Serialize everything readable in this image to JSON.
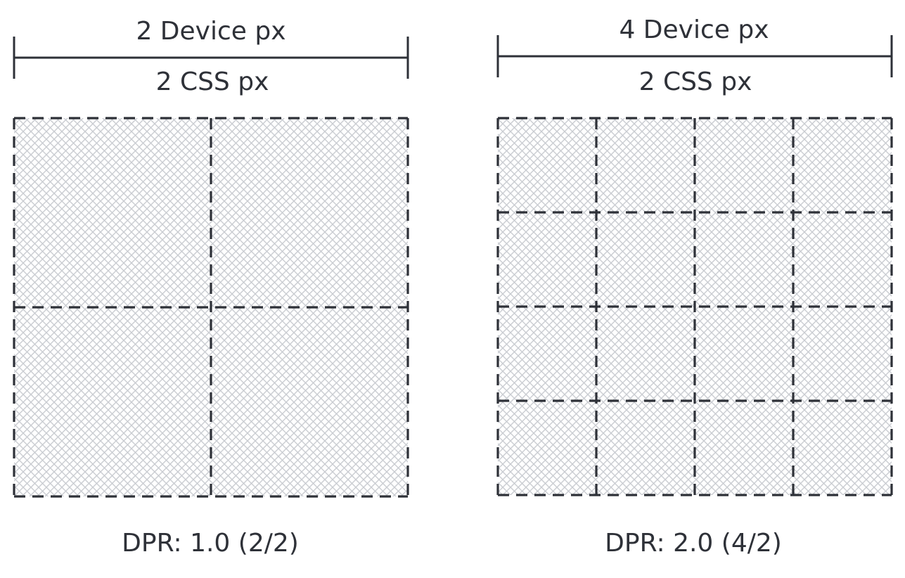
{
  "panels": [
    {
      "device_px_label": "2 Device px",
      "css_px_label": "2 CSS px",
      "dpr_label": "DPR: 1.0 (2/2)",
      "grid_divisions": 2
    },
    {
      "device_px_label": "4 Device px",
      "css_px_label": "2 CSS px",
      "dpr_label": "DPR: 2.0 (4/2)",
      "grid_divisions": 4
    }
  ],
  "colors": {
    "line": "#2e3138",
    "hatch": "#c9ccd1"
  }
}
